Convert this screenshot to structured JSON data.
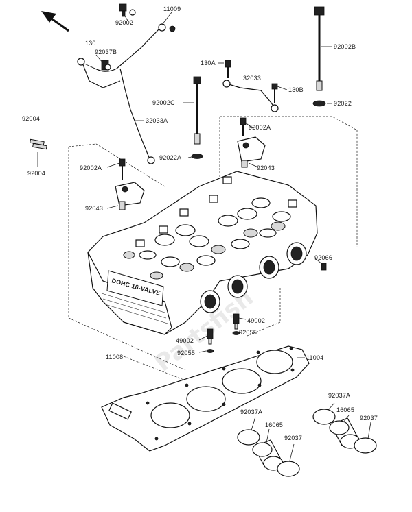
{
  "watermark": "Partsfish",
  "head_marking": "DOHC 16-VALVE",
  "direction_arrow": "front-arrow",
  "labels": {
    "p11009": "11009",
    "p92002_top": "92002",
    "p130": "130",
    "p92037B": "92037B",
    "p92004_a": "92004",
    "p92004_b": "92004",
    "p32033A": "32033A",
    "p92002B": "92002B",
    "p130A": "130A",
    "p32033": "32033",
    "p130B": "130B",
    "p92022": "92022",
    "p92002C": "92002C",
    "p92022A": "92022A",
    "p92002A_r": "92002A",
    "p92043_r": "92043",
    "p92002A_l": "92002A",
    "p92043_l": "92043",
    "p92066": "92066",
    "p49002_r": "49002",
    "p92055_r": "92055",
    "p49002_l": "49002",
    "p92055_l": "92055",
    "p11008": "11008",
    "p11004": "11004",
    "p92037A_r": "92037A",
    "p16065_r": "16065",
    "p92037_r": "92037",
    "p92037A_l": "92037A",
    "p16065_l": "16065",
    "p92037_l": "92037"
  }
}
